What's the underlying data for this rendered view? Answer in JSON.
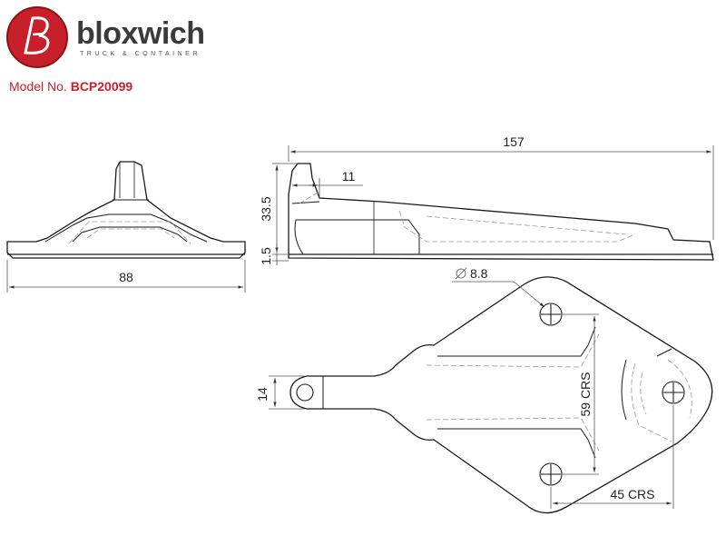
{
  "brand": {
    "name": "bloxwich",
    "tagline": "TRUCK & CONTAINER",
    "accent_color": "#c8202a",
    "logo_icon": "bloxwich-b-emblem"
  },
  "model": {
    "label": "Model No.",
    "number": "BCP20099"
  },
  "dimensions": {
    "front_width": "88",
    "side_length": "157",
    "side_hook_depth": "11",
    "side_height": "33.5",
    "side_base_thickness": "1.5",
    "hole_diameter": "8.8",
    "neck_width": "14",
    "vertical_hole_spacing": "59 CRS",
    "horizontal_hole_spacing": "45 CRS"
  },
  "colors": {
    "line": "#1a1a1a",
    "hidden_line": "#9a9a9a",
    "dimension_line": "#555555"
  }
}
